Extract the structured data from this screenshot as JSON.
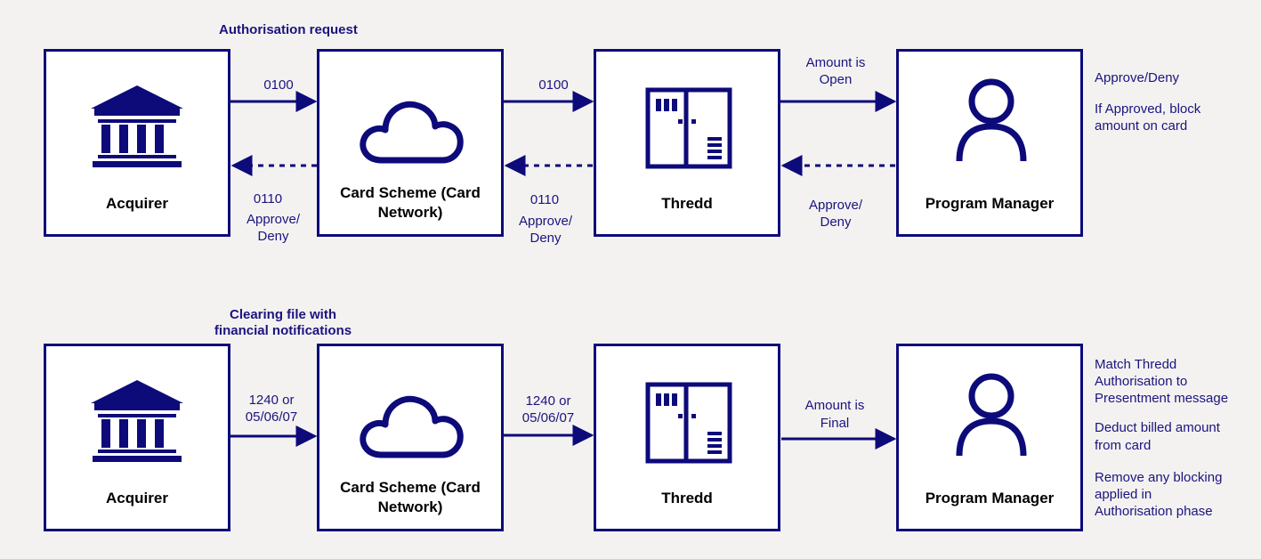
{
  "colors": {
    "navy": "#0d0a7a",
    "text": "#1a1480",
    "background": "#f4f2f0"
  },
  "authorisation_flow": {
    "heading": "Authorisation request",
    "nodes": [
      {
        "label": "Acquirer",
        "icon": "bank-icon"
      },
      {
        "label_line1": "Card Scheme (Card",
        "label_line2": "Network)",
        "icon": "cloud-icon"
      },
      {
        "label": "Thredd",
        "icon": "server-icon"
      },
      {
        "label": "Program Manager",
        "icon": "person-icon"
      }
    ],
    "forward_labels": {
      "acq_to_scheme": "0100",
      "scheme_to_thredd": "0100",
      "thredd_to_pm_line1": "Amount is",
      "thredd_to_pm_line2": "Open"
    },
    "return_labels": {
      "scheme_to_acq_line1": "0110",
      "scheme_to_acq_line2": "Approve/",
      "scheme_to_acq_line3": "Deny",
      "thredd_to_scheme_line1": "0110",
      "thredd_to_scheme_line2": "Approve/",
      "thredd_to_scheme_line3": "Deny",
      "pm_to_thredd_line1": "Approve/",
      "pm_to_thredd_line2": "Deny"
    },
    "notes": {
      "line1": "Approve/Deny",
      "line2": "If Approved, block",
      "line3": "amount on card"
    }
  },
  "clearing_flow": {
    "heading_line1": "Clearing file with",
    "heading_line2": "financial notifications",
    "nodes": [
      {
        "label": "Acquirer",
        "icon": "bank-icon"
      },
      {
        "label_line1": "Card Scheme (Card",
        "label_line2": "Network)",
        "icon": "cloud-icon"
      },
      {
        "label": "Thredd",
        "icon": "server-icon"
      },
      {
        "label": "Program Manager",
        "icon": "person-icon"
      }
    ],
    "forward_labels": {
      "acq_to_scheme_line1": "1240 or",
      "acq_to_scheme_line2": "05/06/07",
      "scheme_to_thredd_line1": "1240 or",
      "scheme_to_thredd_line2": "05/06/07",
      "thredd_to_pm_line1": "Amount is",
      "thredd_to_pm_line2": "Final"
    },
    "notes": {
      "n1_line1": "Match Thredd",
      "n1_line2": "Authorisation to",
      "n1_line3": "Presentment message",
      "n2_line1": "Deduct billed amount",
      "n2_line2": "from card",
      "n3_line1": "Remove any blocking",
      "n3_line2": "applied in",
      "n3_line3": "Authorisation phase"
    }
  }
}
